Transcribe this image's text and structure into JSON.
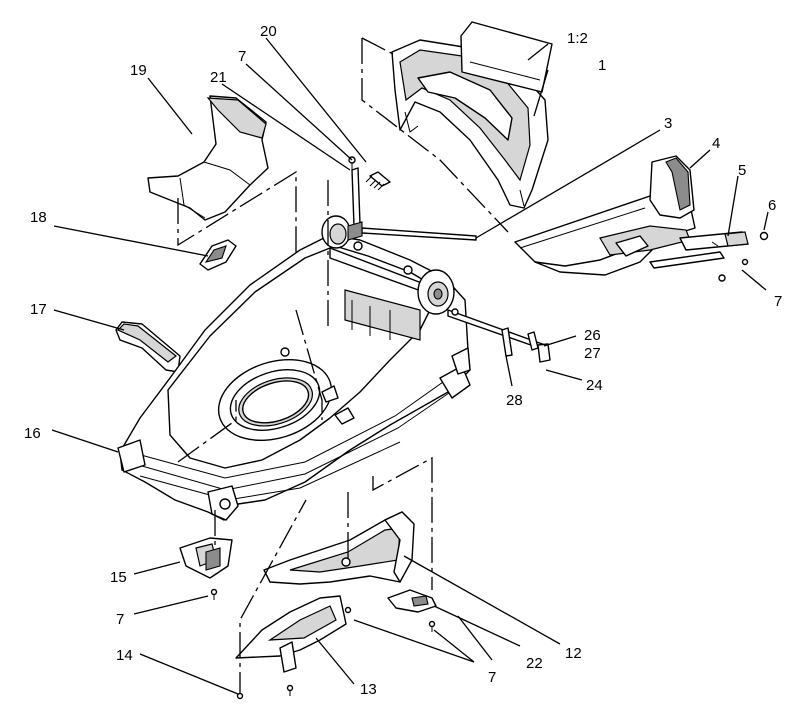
{
  "callouts": {
    "c1": "1",
    "c1_2": "1:2",
    "c3": "3",
    "c4": "4",
    "c5": "5",
    "c6": "6",
    "c7_top": "7",
    "c7_right": "7",
    "c7_left": "7",
    "c7_bottom": "7",
    "c12": "12",
    "c13": "13",
    "c14": "14",
    "c15": "15",
    "c16": "16",
    "c17": "17",
    "c18": "18",
    "c19": "19",
    "c20": "20",
    "c21": "21",
    "c22": "22",
    "c24": "24",
    "c26": "26",
    "c27": "27",
    "c28": "28"
  }
}
